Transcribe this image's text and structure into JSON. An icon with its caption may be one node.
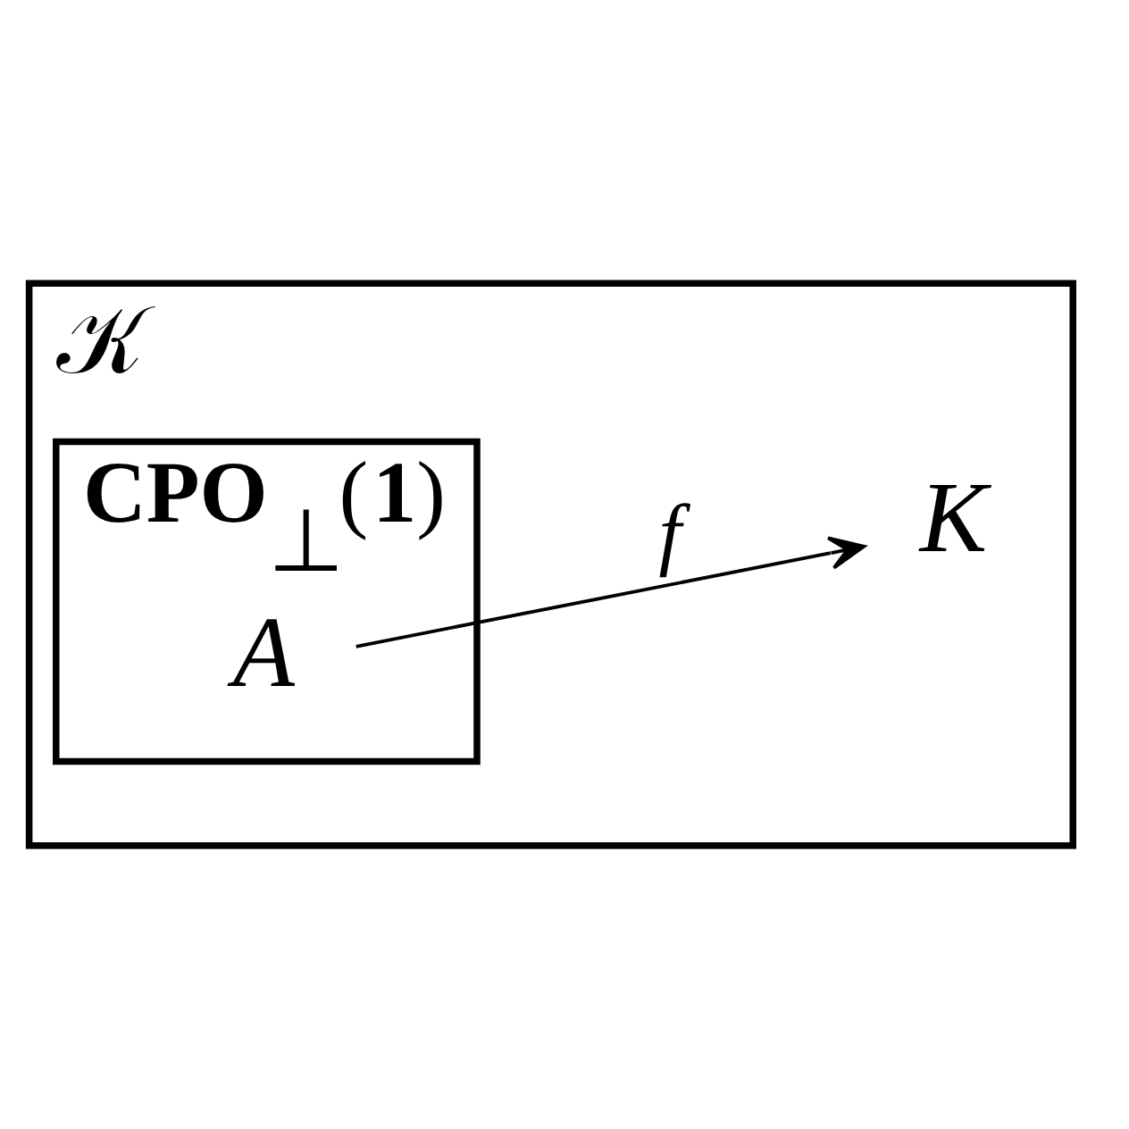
{
  "diagram": {
    "nodes": [
      {
        "text": [
          "𝒦"
        ]
      },
      {
        "text": [
          "**CPO**$_{⊥}$(**1**)"
        ],
        "in": 0
      },
      {
        "text": [
          "A"
        ],
        "in": 1
      },
      {
        "text": [
          "K"
        ],
        "in": 0
      }
    ],
    "edges": [
      {
        "from": 2,
        "to": 3,
        "arrow": "to",
        "label": "f"
      }
    ]
  }
}
